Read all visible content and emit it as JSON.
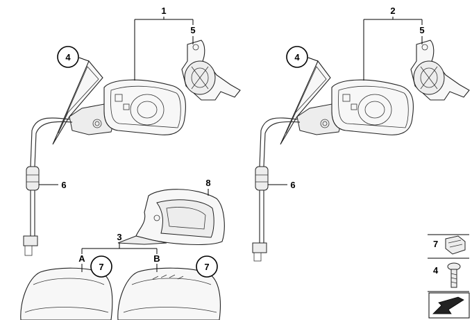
{
  "callouts": {
    "c1": "1",
    "c2": "2",
    "c3": "3",
    "c4_left": "4",
    "c4_right": "4",
    "c5_left": "5",
    "c5_right": "5",
    "c6_left": "6",
    "c6_right": "6",
    "c8": "8",
    "c7_a": "7",
    "c7_b": "7",
    "variant_a": "A",
    "variant_b": "B"
  },
  "legend": {
    "item7": "7",
    "item4": "4"
  },
  "icons": {
    "legend_clip": "clip-icon",
    "legend_screw": "screw-icon",
    "legend_arrow": "navigation-arrow-icon"
  }
}
